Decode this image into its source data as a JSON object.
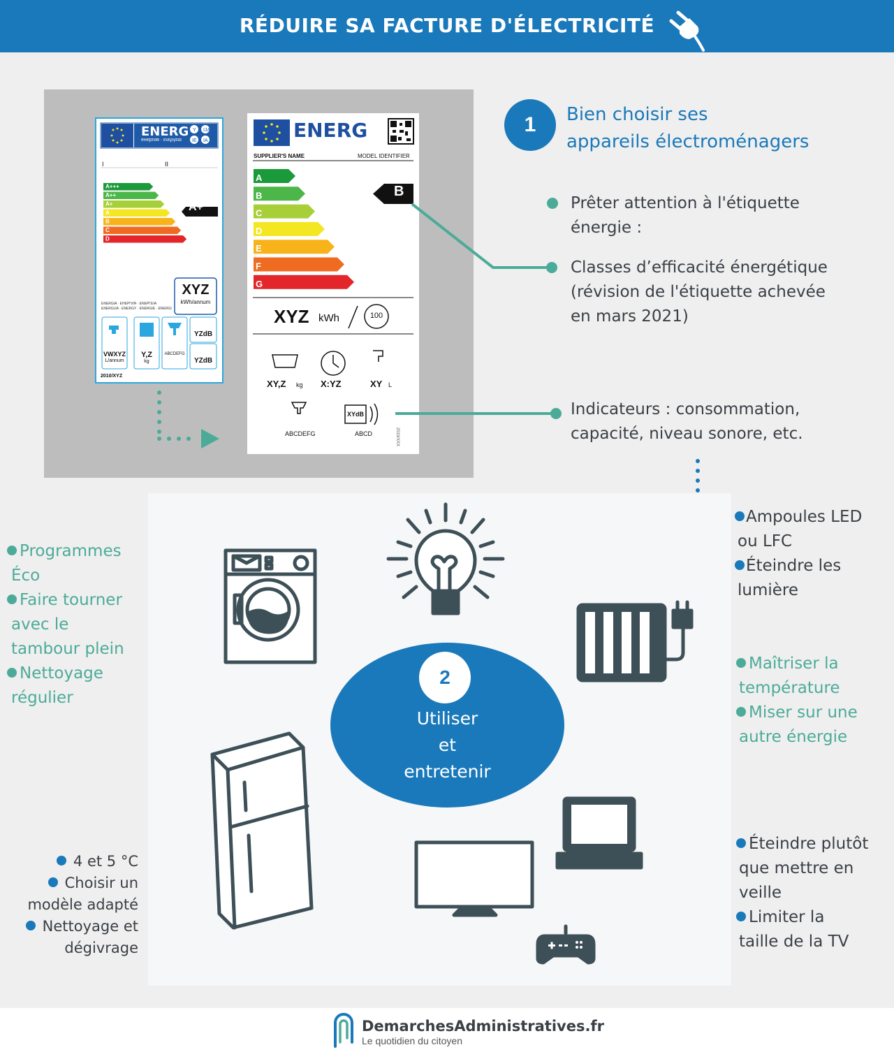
{
  "header": {
    "title": "RÉDUIRE SA FACTURE D'ÉLECTRICITÉ"
  },
  "step1": {
    "number": "1",
    "title_line1": "Bien choisir ses",
    "title_line2": "appareils électroménagers",
    "bullet1_line1": "Prêter attention à l'étiquette",
    "bullet1_line2": "énergie :",
    "bullet2_line1": "Classes d’efficacité énergétique",
    "bullet2_line2": "(révision de l'étiquette achevée",
    "bullet2_line3": "en mars 2021)",
    "bullet3_line1": "Indicateurs : consommation,",
    "bullet3_line2": "capacité, niveau sonore, etc."
  },
  "old_label": {
    "energ": "ENERG",
    "langs": "енергия · ενεργεια",
    "roman1": "I",
    "roman2": "II",
    "classes": [
      "A+++",
      "A++",
      "A+",
      "A",
      "B",
      "C",
      "D"
    ],
    "class_colors": [
      "#1a9a3a",
      "#4cb648",
      "#a6cf38",
      "#f4e620",
      "#f8b31b",
      "#ef6b22",
      "#e3262a"
    ],
    "rating": "A+",
    "consumption": "XYZ",
    "consumption_unit": "kWh/annum",
    "footer_langs1": "ENERGIA · ЕНЕРГИЯ · ΕΝΕΡΓΕΙΑ",
    "footer_langs2": "ENERGIJA · ENERGY · ENERGIE · ENERGI",
    "water": "VWXYZ",
    "water_unit": "L/annum",
    "capacity": "Y,Z",
    "capacity_unit": "kg",
    "spin": "ABCDEFG",
    "noise1": "YZdB",
    "noise2": "YZdB",
    "reg": "2010/XYZ"
  },
  "new_label": {
    "energ": "ENERG",
    "supplier": "SUPPLIER'S NAME",
    "model": "MODEL IDENTIFIER",
    "classes": [
      "A",
      "B",
      "C",
      "D",
      "E",
      "F",
      "G"
    ],
    "class_colors": [
      "#1a9a3a",
      "#4cb648",
      "#a6cf38",
      "#f4e620",
      "#f8b31b",
      "#ef6b22",
      "#e3262a"
    ],
    "rating": "B",
    "consumption": "XYZ",
    "consumption_unit": "kWh",
    "cycles": "100",
    "capacity": "XY,Z",
    "capacity_unit": "kg",
    "duration": "X:YZ",
    "water": "XY",
    "water_unit": "L",
    "spin": "ABCDEFG",
    "noise": "XYdB",
    "noise_class": "ABCD",
    "reg": "2019/XXX"
  },
  "step2": {
    "number": "2",
    "line1": "Utiliser",
    "line2": "et",
    "line3": "entretenir"
  },
  "washer_tips": {
    "t1_line1": "Programmes",
    "t1_line2": "Éco",
    "t2_line1": "Faire tourner",
    "t2_line2": "avec le",
    "t2_line3": "tambour plein",
    "t3_line1": "Nettoyage",
    "t3_line2": "régulier"
  },
  "light_tips": {
    "t1_line1": "Ampoules LED",
    "t1_line2": "ou LFC",
    "t2_line1": "Éteindre les",
    "t2_line2": "lumière"
  },
  "heater_tips": {
    "t1_line1": "Maîtriser la",
    "t1_line2": "température",
    "t2_line1": "Miser sur une",
    "t2_line2": "autre énergie"
  },
  "fridge_tips": {
    "t1": "4 et 5 °C",
    "t2_line1": "Choisir un",
    "t2_line2": "modèle adapté",
    "t3_line1": "Nettoyage et",
    "t3_line2": "dégivrage"
  },
  "tv_tips": {
    "t1_line1": "Éteindre plutôt",
    "t1_line2": "que mettre en",
    "t1_line3": "veille",
    "t2_line1": "Limiter la",
    "t2_line2": "taille de la TV"
  },
  "footer": {
    "brand": "DemarchesAdministratives.fr",
    "tagline": "Le quotidien du citoyen"
  },
  "colors": {
    "blue": "#1a79ba",
    "teal": "#4cab98",
    "dark": "#3d4f57"
  }
}
